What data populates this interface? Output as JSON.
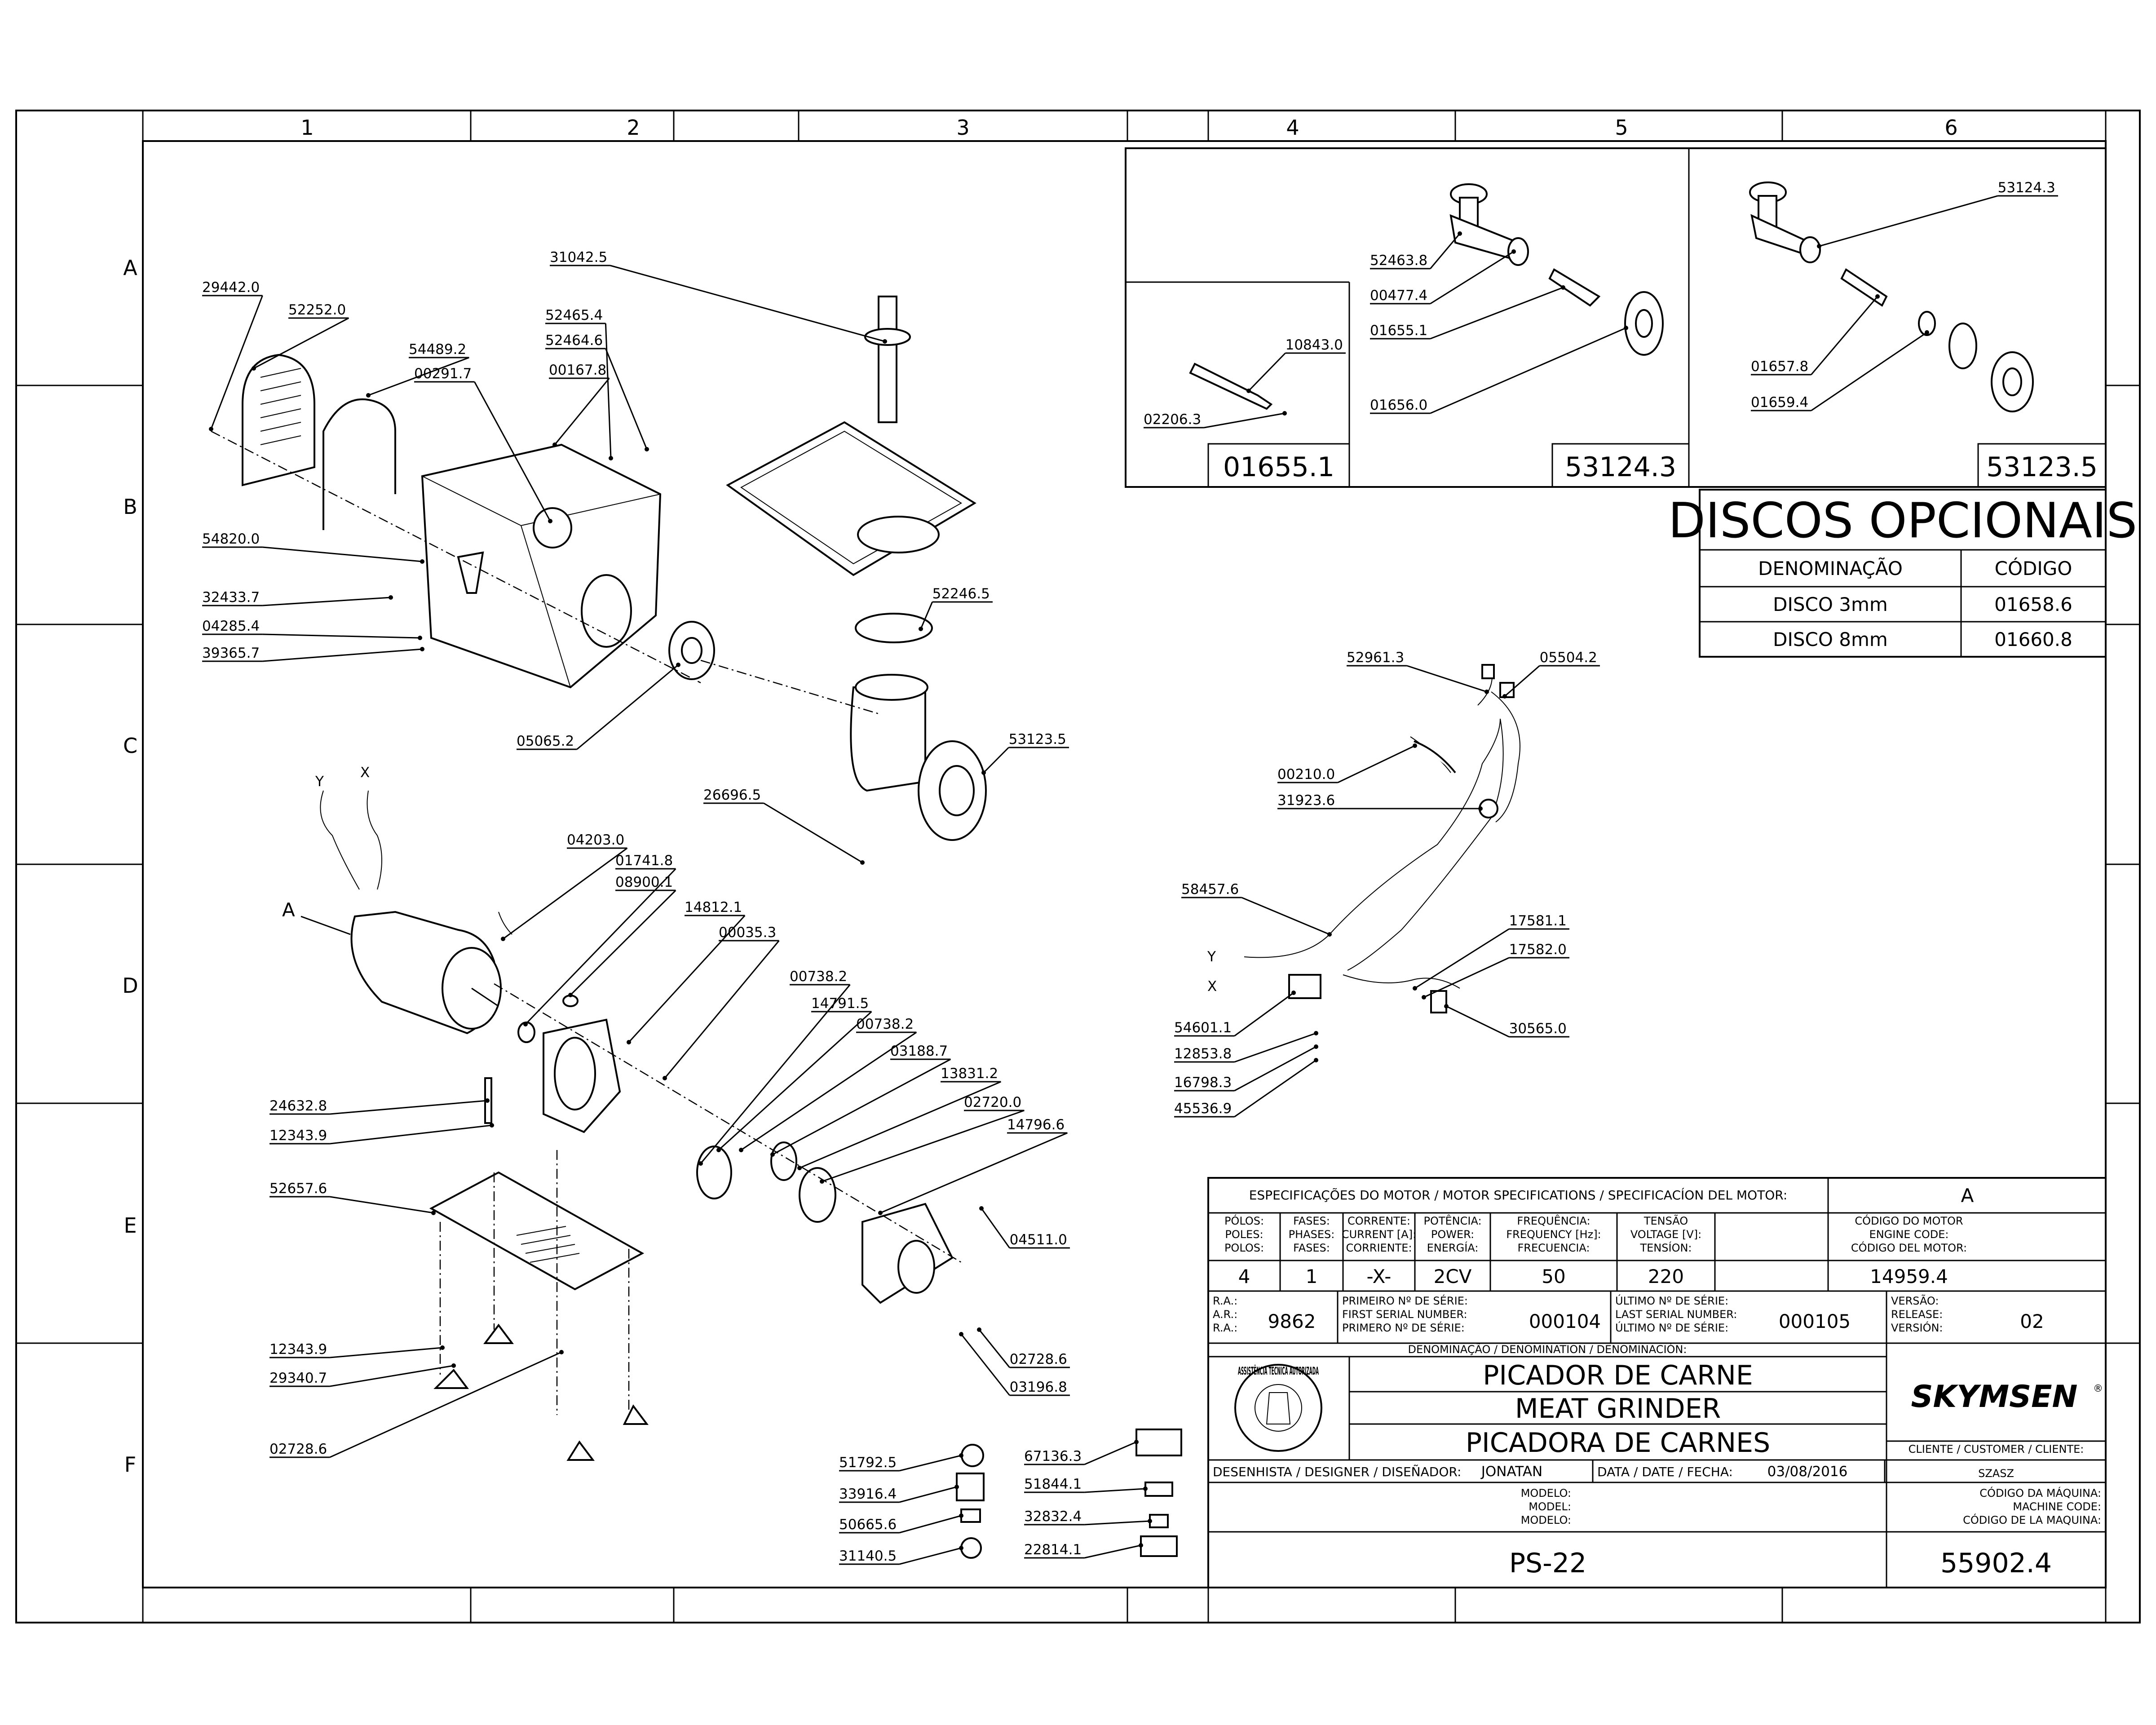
{
  "zones": {
    "columns": [
      "1",
      "2",
      "3",
      "4",
      "5",
      "6"
    ],
    "rows": [
      "A",
      "B",
      "C",
      "D",
      "E",
      "F"
    ]
  },
  "detail_a_label": "A",
  "callouts": {
    "main": [
      "29442.0",
      "52252.0",
      "54489.2",
      "00291.7",
      "31042.5",
      "52465.4",
      "52464.6",
      "00167.8",
      "54820.0",
      "32433.7",
      "04285.4",
      "39365.7",
      "05065.2",
      "52246.5",
      "53123.5",
      "26696.5",
      "04203.0",
      "01741.8",
      "08900.1",
      "14812.1",
      "00035.3",
      "00738.2",
      "14791.5",
      "00738.2",
      "03188.7",
      "13831.2",
      "02720.0",
      "14796.6",
      "24632.8",
      "12343.9",
      "52657.6",
      "12343.9",
      "29340.7",
      "02728.6",
      "04511.0",
      "02728.6",
      "03196.8"
    ],
    "labels_group": [
      "51792.5",
      "33916.4",
      "50665.6",
      "31140.5",
      "67136.3",
      "51844.1",
      "32832.4",
      "22814.1"
    ],
    "wiring": [
      "52961.3",
      "05504.2",
      "00210.0",
      "31923.6",
      "58457.6",
      "17581.1",
      "17582.0",
      "54601.1",
      "12853.8",
      "16798.3",
      "45536.9",
      "30565.0"
    ],
    "wire_marks": [
      "Y",
      "X",
      "Y",
      "X"
    ],
    "detail_01655": [
      "10843.0",
      "02206.3"
    ],
    "detail_53124": [
      "52463.8",
      "00477.4",
      "01655.1",
      "01656.0"
    ],
    "detail_53123": [
      "53124.3",
      "01657.8",
      "01659.4"
    ]
  },
  "assembly_boxes": [
    "01655.1",
    "53124.3",
    "53123.5"
  ],
  "optional_discs": {
    "title": "DISCOS OPCIONAIS",
    "headers": [
      "DENOMINAÇÃO",
      "CÓDIGO"
    ],
    "rows": [
      [
        "DISCO 3mm",
        "01658.6"
      ],
      [
        "DISCO 8mm",
        "01660.8"
      ]
    ]
  },
  "title_block": {
    "motor_spec_title": "ESPECIFICAÇÕES DO MOTOR / MOTOR SPECIFICATIONS / SPECIFICACÍON DEL MOTOR:",
    "motor_variant": "A",
    "headers": {
      "poles": [
        "PÓLOS:",
        "POLES:",
        "POLOS:"
      ],
      "phases": [
        "FASES:",
        "PHASES:",
        "FASES:"
      ],
      "current": [
        "CORRENTE:",
        "CURRENT [A]:",
        "CORRIENTE:"
      ],
      "power": [
        "POTÊNCIA:",
        "POWER:",
        "ENERGÍA:"
      ],
      "frequency": [
        "FREQUÊNCIA:",
        "FREQUENCY [Hz]:",
        "FRECUENCIA:"
      ],
      "voltage": [
        "TENSÃO",
        "VOLTAGE [V]:",
        "TENSÍON:"
      ],
      "engine_code": [
        "CÓDIGO DO MOTOR",
        "ENGINE CODE:",
        "CÓDIGO DEL MOTOR:"
      ]
    },
    "values": {
      "poles": "4",
      "phases": "1",
      "current": "-X-",
      "power": "2CV",
      "frequency": "50",
      "voltage": "220",
      "engine_code": "14959.4"
    },
    "ra_labels": [
      "R.A.:",
      "A.R.:",
      "R.A.:"
    ],
    "ra_value": "9862",
    "first_serial_labels": [
      "PRIMEIRO Nº DE SÉRIE:",
      "FIRST SERIAL NUMBER:",
      "PRIMERO Nº DE SÉRIE:"
    ],
    "first_serial": "000104",
    "last_serial_labels": [
      "ÚLTIMO Nº DE SÉRIE:",
      "LAST SERIAL NUMBER:",
      "ÚLTIMO Nº DE SÉRIE:"
    ],
    "last_serial": "000105",
    "release_labels": [
      "VERSÃO:",
      "RELEASE:",
      "VERSIÓN:"
    ],
    "release": "02",
    "denomination_label": "DENOMINAÇÃO / DENOMINATION / DENOMINACIÓN:",
    "denominations": [
      "PICADOR DE CARNE",
      "MEAT GRINDER",
      "PICADORA DE CARNES"
    ],
    "brand": "SKYMSEN",
    "brand_mark": "®",
    "seal_text": "ASSISTÊNCIA TÉCNICA AUTORIZADA",
    "client_label": "CLIENTE / CUSTOMER / CLIENTE:",
    "client": "SZASZ",
    "designer_label": "DESENHISTA / DESIGNER / DISEÑADOR:",
    "designer": "JONATAN",
    "date_label": "DATA / DATE / FECHA:",
    "date": "03/08/2016",
    "model_labels": [
      "MODELO:",
      "MODEL:",
      "MODELO:"
    ],
    "model": "PS-22",
    "machine_code_labels": [
      "CÓDIGO DA MÁQUINA:",
      "MACHINE CODE:",
      "CÓDIGO DE LA MAQUINA:"
    ],
    "machine_code": "55902.4"
  },
  "colors": {
    "line": "#000000",
    "background": "#ffffff"
  }
}
